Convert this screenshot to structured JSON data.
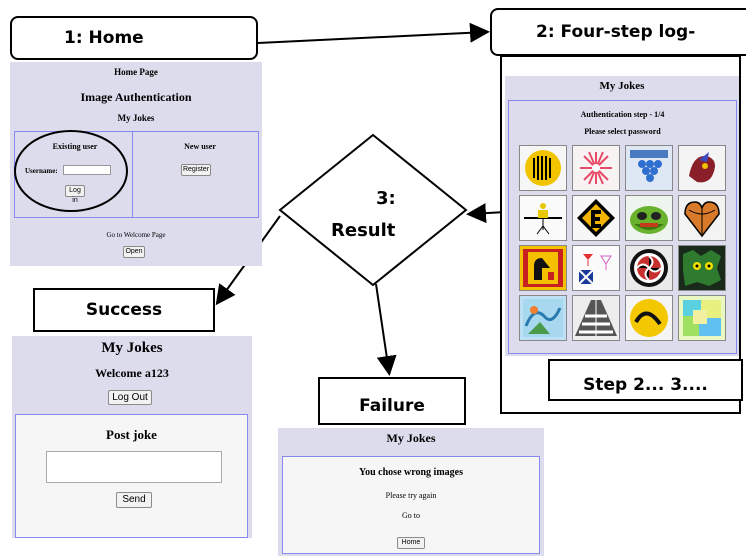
{
  "labels": {
    "home": "1: Home",
    "four_step": "2:  Four-step  log-",
    "result": "3:",
    "result_word": "Result",
    "success": "Success",
    "failure": "Failure",
    "step_note": "Step    2...    3...."
  },
  "home_page": {
    "top_title": "Home Page",
    "heading": "Image Authentication",
    "subheading": "My Jokes",
    "existing_user": "Existing user",
    "username_label": "Username:",
    "login_button": "Log in",
    "new_user": "New user",
    "register_button": "Register",
    "welcome_link": "Go to Welcome Page",
    "open_button": "Open"
  },
  "auth_page": {
    "title": "My Jokes",
    "step": "Authentication step - 1/4",
    "instruction": "Please select password"
  },
  "success_page": {
    "title": "My Jokes",
    "welcome": "Welcome a123",
    "logout_button": "Log Out",
    "post_heading": "Post joke",
    "send_button": "Send"
  },
  "failure_page": {
    "title": "My Jokes",
    "message": "You chose wrong images",
    "retry": "Please try again",
    "goto": "Go to",
    "home_button": "Home"
  }
}
